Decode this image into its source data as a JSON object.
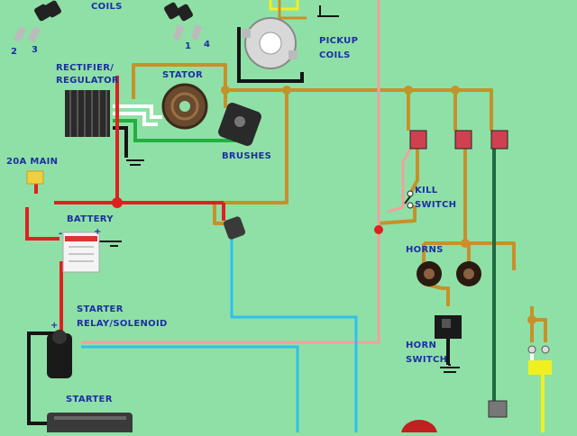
{
  "labels": {
    "coils": "COILS",
    "coil_num_2": "2",
    "coil_num_3": "3",
    "coil_num_1": "1",
    "coil_num_4": "4",
    "pickup_coils_1": "PICKUP",
    "pickup_coils_2": "COILS",
    "rectifier_1": "RECTIFIER/",
    "rectifier_2": "REGULATOR",
    "stator": "STATOR",
    "brushes": "BRUSHES",
    "main_fuse": "20A MAIN",
    "battery": "BATTERY",
    "kill_switch_1": "KILL",
    "kill_switch_2": "SWITCH",
    "horns": "HORNS",
    "horn_switch_1": "HORN",
    "horn_switch_2": "SWITCH",
    "starter_relay_1": "STARTER",
    "starter_relay_2": "RELAY/SOLENOID",
    "starter": "STARTER",
    "battery_minus": "-",
    "battery_plus": "+",
    "relay_plus": "+"
  },
  "colors": {
    "background": "#8fe0a6",
    "label": "#1d2fa3",
    "wire_orange": "#c8902a",
    "wire_red": "#e02020",
    "wire_pink": "#f0a0a0",
    "wire_cyan": "#30c0e8",
    "wire_black": "#151515",
    "wire_green": "#20b040",
    "wire_yellow": "#f0f020",
    "wire_white": "#ffffff",
    "wire_darkgreen": "#1f6a3f"
  }
}
